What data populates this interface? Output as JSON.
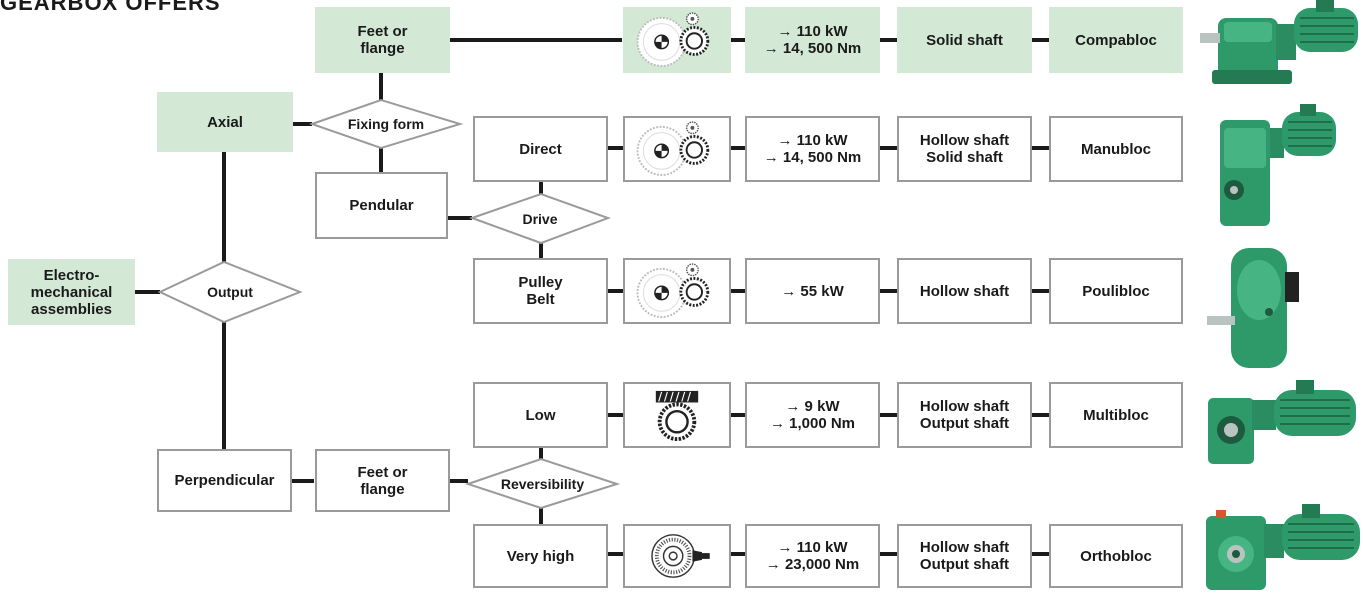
{
  "title": "GEARBOX OFFERS",
  "root": {
    "label": "Electro-\nmechanical\nassemblies"
  },
  "decisions": {
    "output": "Output",
    "fixing_form": "Fixing form",
    "drive": "Drive",
    "reversibility": "Reversibility"
  },
  "branches": {
    "axial": "Axial",
    "perpendicular": "Perpendicular",
    "feet_flange_axial": "Feet or\nflange",
    "pendular": "Pendular",
    "feet_flange_perp": "Feet or\nflange"
  },
  "rows": [
    {
      "option": "Feet or\nflange",
      "icon": "spur-gear-pair-icon",
      "performance": "→ 110 kW\n→ 14, 500 Nm",
      "shaft": "Solid shaft",
      "product": "Compabloc",
      "highlight": true
    },
    {
      "option": "Direct",
      "icon": "spur-gear-pair-icon",
      "performance": "→ 110 kW\n→ 14, 500 Nm",
      "shaft": "Hollow shaft\nSolid shaft",
      "product": "Manubloc",
      "highlight": false
    },
    {
      "option": "Pulley\nBelt",
      "icon": "spur-gear-pair-icon",
      "performance": "→ 55 kW",
      "shaft": "Hollow shaft",
      "product": "Poulibloc",
      "highlight": false
    },
    {
      "option": "Low",
      "icon": "worm-gear-icon",
      "performance": "→ 9 kW\n→ 1,000 Nm",
      "shaft": "Hollow shaft\nOutput shaft",
      "product": "Multibloc",
      "highlight": false
    },
    {
      "option": "Very high",
      "icon": "bevel-gear-icon",
      "performance": "→ 110 kW\n→ 23,000 Nm",
      "shaft": "Hollow shaft\nOutput shaft",
      "product": "Orthobloc",
      "highlight": false
    }
  ],
  "colors": {
    "highlight_fill": "#d3e9d6",
    "box_border": "#9a9a9a",
    "connector": "#1a1a1a",
    "product_green": "#2e9a6a"
  }
}
